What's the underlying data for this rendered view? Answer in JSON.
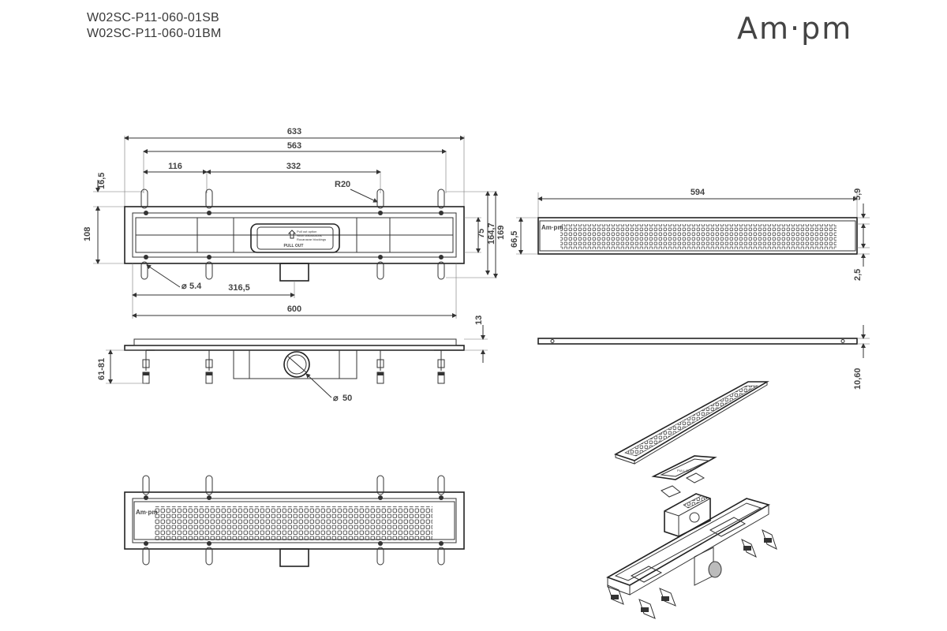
{
  "header": {
    "model_codes": [
      "W02SC-P11-060-01SB",
      "W02SC-P11-060-01BM"
    ],
    "brand_logo": "Am·pm"
  },
  "top_view": {
    "dims": {
      "overall_width": "633",
      "drain_length": "563",
      "leg_offset": "116",
      "leg_spacing": "332",
      "radius": "R20",
      "flange_offset": "16,5",
      "height": "108",
      "hole_diameter": "5.4",
      "outlet_offset": "316,5",
      "base_length": "600",
      "inner_height": "75",
      "mid_height": "164,7",
      "outer_height": "169"
    },
    "insert_label": "PULL OUT"
  },
  "side_view": {
    "dims": {
      "height_range": "61-81",
      "outlet_diameter": "50",
      "flange_height": "13"
    }
  },
  "grate_view": {
    "dims": {
      "grate_length": "594",
      "grate_width": "66,5",
      "edge_top": "5,9",
      "edge_bottom": "2,5",
      "thickness": "10,60"
    },
    "grate_logo": "Am·pm"
  },
  "bottom_view": {
    "grate_logo": "Am·pm"
  }
}
